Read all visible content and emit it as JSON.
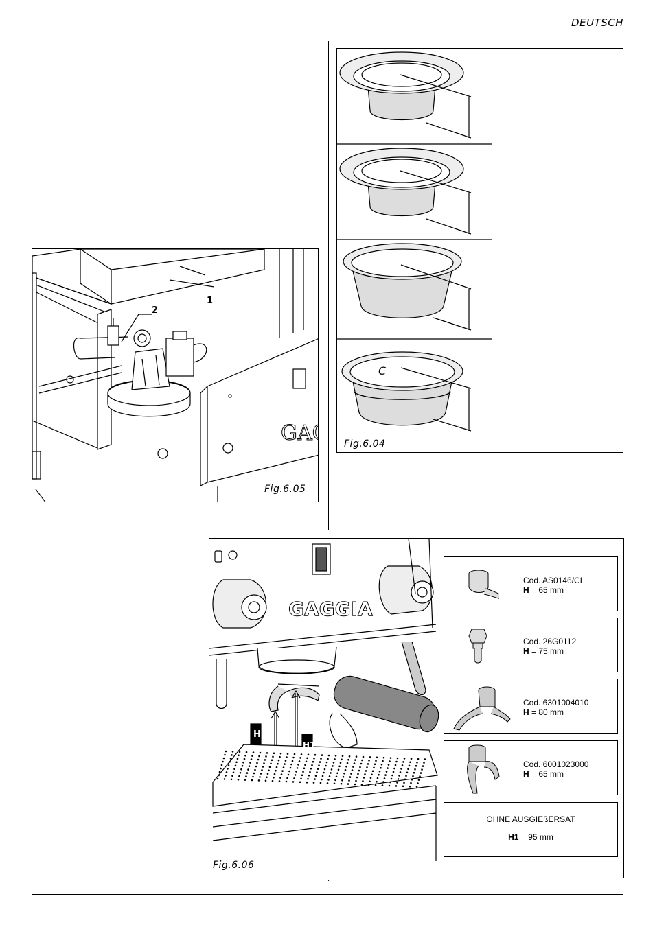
{
  "header": {
    "language": "DEUTSCH"
  },
  "fig_6_05": {
    "caption": "Fig.6.05",
    "callout_1": "1",
    "callout_2": "2",
    "brand_text": "GAG"
  },
  "fig_6_04": {
    "caption": "Fig.6.04",
    "filter_marker": "C"
  },
  "fig_6_06": {
    "caption": "Fig.6.06",
    "brand_text": "GAGGIA",
    "label_h": "H",
    "label_h1": "H1",
    "spouts": [
      {
        "code": "Cod. AS0146/CL",
        "h_label": "H",
        "h_value": " = 65 mm",
        "icon": "single-spout-icon"
      },
      {
        "code": "Cod. 26G0112",
        "h_label": "H",
        "h_value": " = 75 mm",
        "icon": "hex-nut-spout-icon"
      },
      {
        "code": "Cod. 6301004010",
        "h_label": "H",
        "h_value": " = 80 mm",
        "icon": "double-spout-icon"
      },
      {
        "code": "Cod. 6001023000",
        "h_label": "H",
        "h_value": " = 65 mm",
        "icon": "curved-spout-icon"
      }
    ],
    "no_spout": {
      "title": "OHNE AUSGIEßERSAT",
      "h1_label": "H1",
      "h1_value": " = 95 mm"
    }
  },
  "footer": {
    "marker": "."
  }
}
